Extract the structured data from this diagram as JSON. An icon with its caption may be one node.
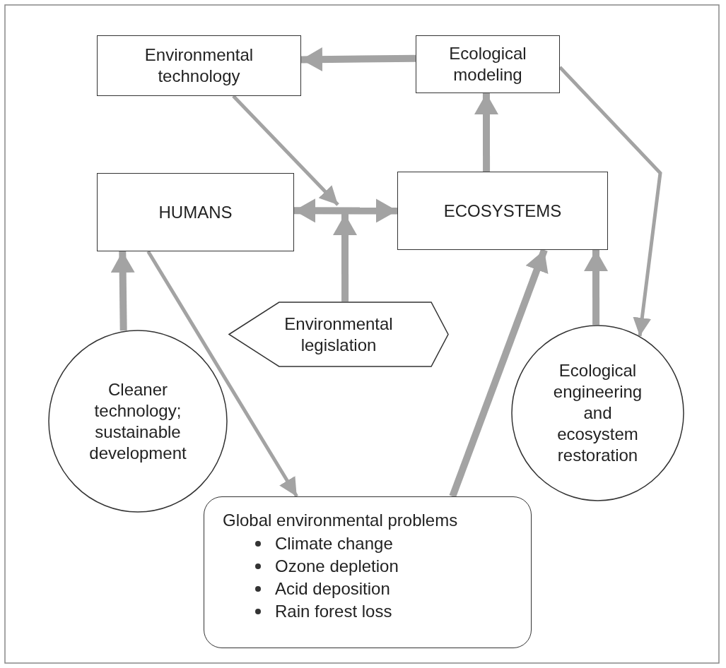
{
  "diagram": {
    "nodes": [
      {
        "text": [
          "Environmental technology"
        ]
      },
      {
        "text": [
          "Ecological modeling"
        ]
      },
      {
        "text": [
          "HUMANS"
        ]
      },
      {
        "text": [
          "ECOSYSTEMS"
        ]
      },
      {
        "text": [
          "Environmental legislation"
        ]
      },
      {
        "text": [
          "Cleaner technology; sustainable development"
        ]
      },
      {
        "text": [
          "Ecological engineering and ecosystem restoration"
        ]
      },
      {
        "text": [
          "Global environmental problems",
          "Climate change",
          "Ozone depletion",
          "Acid deposition",
          "Rain forest loss"
        ]
      }
    ],
    "edges": [
      {
        "from": 1,
        "to": 0,
        "arrow": "to"
      },
      {
        "from": 3,
        "to": 1,
        "arrow": "to"
      },
      {
        "from": 1,
        "to": 6,
        "arrow": "to"
      },
      {
        "from": 2,
        "to": 3,
        "arrow": "both"
      },
      {
        "from": 0,
        "to": null,
        "arrow": "to"
      },
      {
        "from": 4,
        "to": null,
        "arrow": "to"
      },
      {
        "from": 5,
        "to": 2,
        "arrow": "to"
      },
      {
        "from": 2,
        "to": 7,
        "arrow": "to"
      },
      {
        "from": 7,
        "to": 3,
        "arrow": "to"
      },
      {
        "from": 6,
        "to": 3,
        "arrow": "to"
      }
    ]
  }
}
